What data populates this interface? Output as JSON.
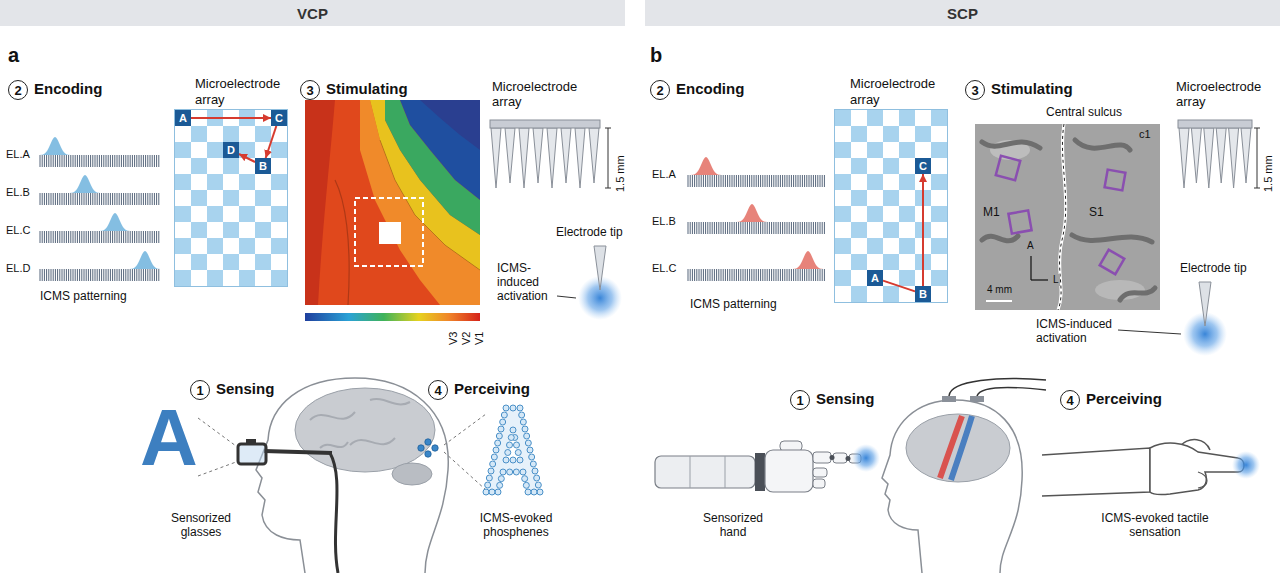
{
  "diagram": {
    "nodes": [
      {
        "text": [
          "VCP"
        ]
      },
      {
        "text": [
          "SCP"
        ]
      },
      {
        "text": [
          "2"
        ]
      },
      {
        "text": [
          "3"
        ]
      },
      {
        "text": [
          "Microelectrode array"
        ]
      },
      {
        "text": [
          "A"
        ],
        "in": 4
      },
      {
        "text": [
          "C"
        ],
        "in": 4
      },
      {
        "text": [
          "D"
        ],
        "in": 4
      },
      {
        "text": [
          "B"
        ],
        "in": 4
      },
      {
        "text": [
          "1"
        ]
      },
      {
        "text": [
          "4"
        ]
      },
      {
        "text": [
          "2"
        ]
      },
      {
        "text": [
          "3"
        ]
      },
      {
        "text": [
          "Microelectrode array"
        ]
      },
      {
        "text": [
          "C"
        ],
        "in": 13
      },
      {
        "text": [
          "A"
        ],
        "in": 13
      },
      {
        "text": [
          "B"
        ],
        "in": 13
      },
      {
        "text": [
          "1"
        ]
      },
      {
        "text": [
          "4"
        ]
      }
    ],
    "edges": [
      {
        "from": 5,
        "to": 6,
        "arrow": "to"
      },
      {
        "from": 6,
        "to": 8,
        "arrow": "to"
      },
      {
        "from": 8,
        "to": 7,
        "arrow": "to"
      },
      {
        "from": 15,
        "to": 16,
        "arrow": "none"
      },
      {
        "from": 16,
        "to": 14,
        "arrow": "to"
      }
    ],
    "labels": [
      "a",
      "Encoding",
      "EL.A",
      "EL.B",
      "EL.C",
      "EL.D",
      "ICMS patterning",
      "Stimulating",
      "Microelectrode array",
      "1.5 mm",
      "Electrode tip",
      "ICMS-induced activation",
      "V3",
      "V2",
      "V1",
      "Sensing",
      "Perceiving",
      "A",
      "Sensorized glasses",
      "ICMS-evoked phosphenes",
      "b",
      "Encoding",
      "EL.A",
      "EL.B",
      "EL.C",
      "ICMS patterning",
      "Stimulating",
      "Central sulcus",
      "c1",
      "M1",
      "S1",
      "A",
      "L",
      "4 mm",
      "Microelectrode array",
      "1.5 mm",
      "Electrode tip",
      "ICMS-induced activation",
      "Sensing",
      "Perceiving",
      "Sensorized hand",
      "ICMS-evoked tactile sensation"
    ]
  }
}
